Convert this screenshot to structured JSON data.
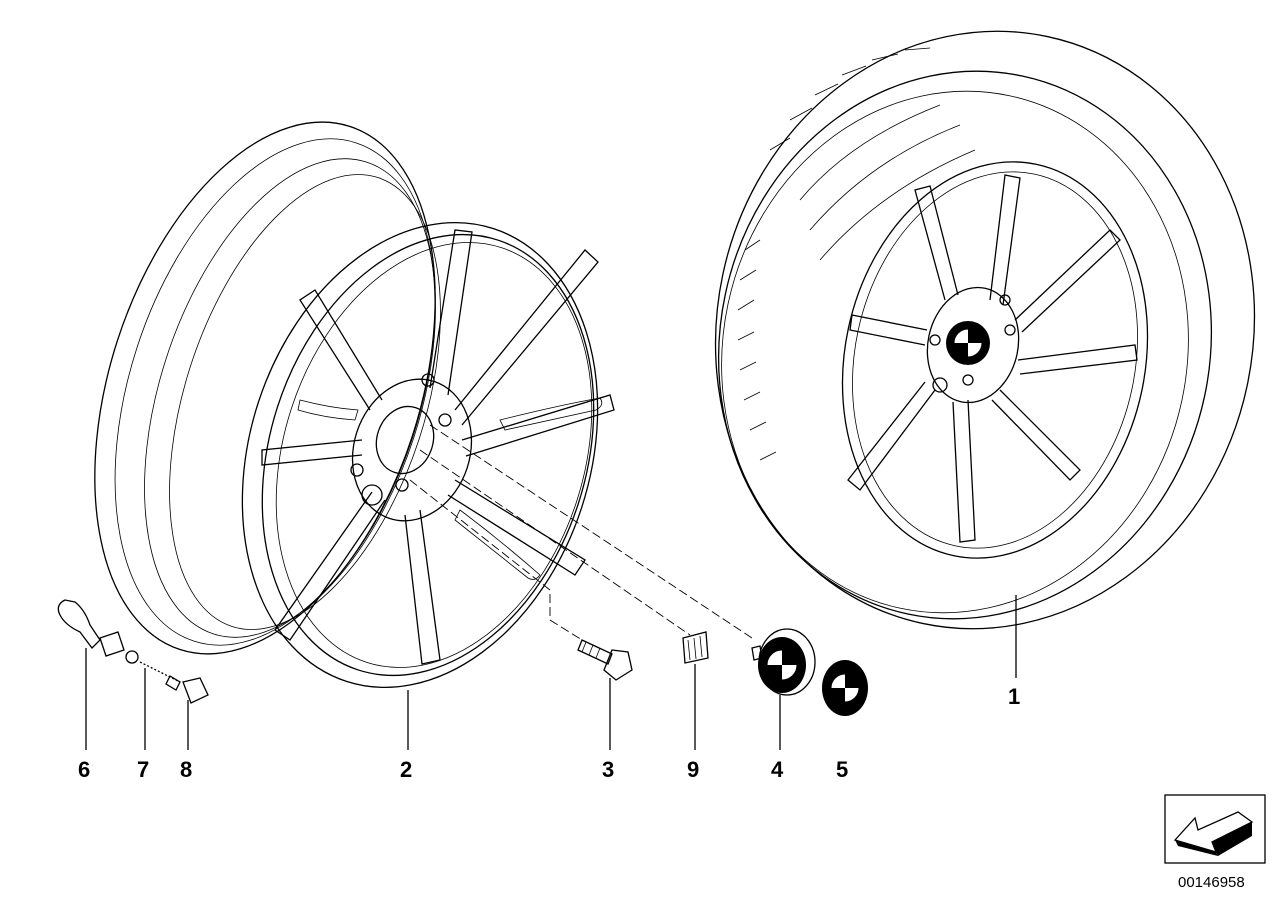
{
  "diagram": {
    "callouts": [
      "1",
      "2",
      "3",
      "4",
      "5",
      "6",
      "7",
      "8",
      "9"
    ],
    "drawing_number": "00146958"
  },
  "colors": {
    "line": "#000000",
    "background": "#ffffff"
  },
  "icons": [
    "arrow-icon",
    "bmw-roundel-icon"
  ]
}
